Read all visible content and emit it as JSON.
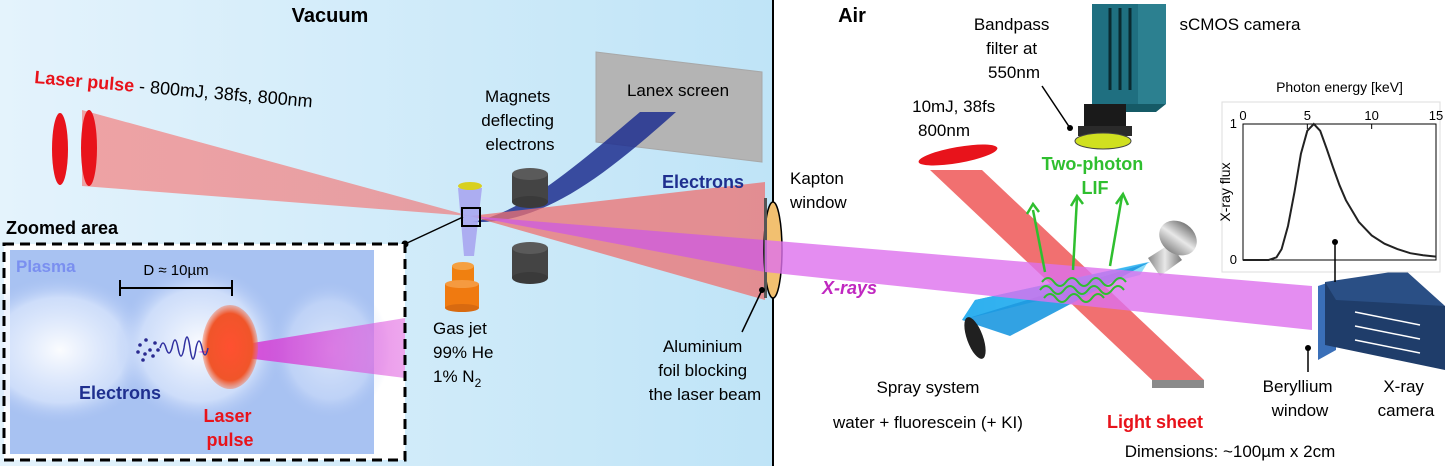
{
  "sections": {
    "vacuum": "Vacuum",
    "air": "Air",
    "zoomed": "Zoomed area"
  },
  "labels": {
    "laser_pulse": "Laser pulse",
    "laser_params": " - 800mJ, 38fs, 800nm",
    "magnets": [
      "Magnets",
      "deflecting",
      "electrons"
    ],
    "lanex": "Lanex screen",
    "electrons_beam": "Electrons",
    "kapton": [
      "Kapton",
      "window"
    ],
    "gas_jet": [
      "Gas jet",
      "99% He"
    ],
    "gas_n2_prefix": "1% N",
    "gas_n2_sub": "2",
    "foil": [
      "Aluminium",
      "foil blocking",
      "the laser beam"
    ],
    "xrays": "X-rays",
    "plasma": "Plasma",
    "diameter": "D ≈ 10µm",
    "zoom_electrons": "Electrons",
    "zoom_laser": [
      "Laser",
      "pulse"
    ],
    "small_laser": [
      "10mJ, 38fs",
      "800nm"
    ],
    "bandpass": [
      "Bandpass",
      "filter at",
      "550nm"
    ],
    "scmos": "sCMOS camera",
    "lif": [
      "Two-photon",
      "LIF"
    ],
    "spray": "Spray system",
    "fluid": "water + fluorescein (+ KI)",
    "light_sheet": "Light sheet",
    "dimensions": "Dimensions:  ~100µm x 2cm",
    "beryllium": [
      "Beryllium",
      "window"
    ],
    "xray_camera": [
      "X-ray",
      "camera"
    ]
  },
  "colors": {
    "laser_red": "#e8131b",
    "electron_blue": "#1f2f8f",
    "lif_green": "#2fbf2f",
    "xray_magenta": "#c028c0",
    "vacuum_bg": "#cde9f8"
  },
  "chart_data": {
    "type": "line",
    "title": "Photon energy [keV]",
    "xlabel": "Photon energy [keV]",
    "ylabel": "X-ray flux",
    "xlim": [
      0,
      15
    ],
    "ylim": [
      0,
      1
    ],
    "xticks": [
      "0",
      "5",
      "10",
      "15"
    ],
    "yticks": [
      "0",
      "1"
    ],
    "series": [
      {
        "x": [
          0,
          2.0,
          2.6,
          3.0,
          3.5,
          4.0,
          4.5,
          5.0,
          5.5,
          6.0,
          6.5,
          7.0,
          7.5,
          8.0,
          9.0,
          10.0,
          11.0,
          12.0,
          13.0,
          14.0,
          15.0
        ],
        "y": [
          0,
          0,
          0.02,
          0.08,
          0.25,
          0.5,
          0.78,
          0.95,
          1.0,
          0.95,
          0.82,
          0.68,
          0.55,
          0.44,
          0.28,
          0.18,
          0.12,
          0.08,
          0.05,
          0.035,
          0.025
        ]
      }
    ]
  }
}
